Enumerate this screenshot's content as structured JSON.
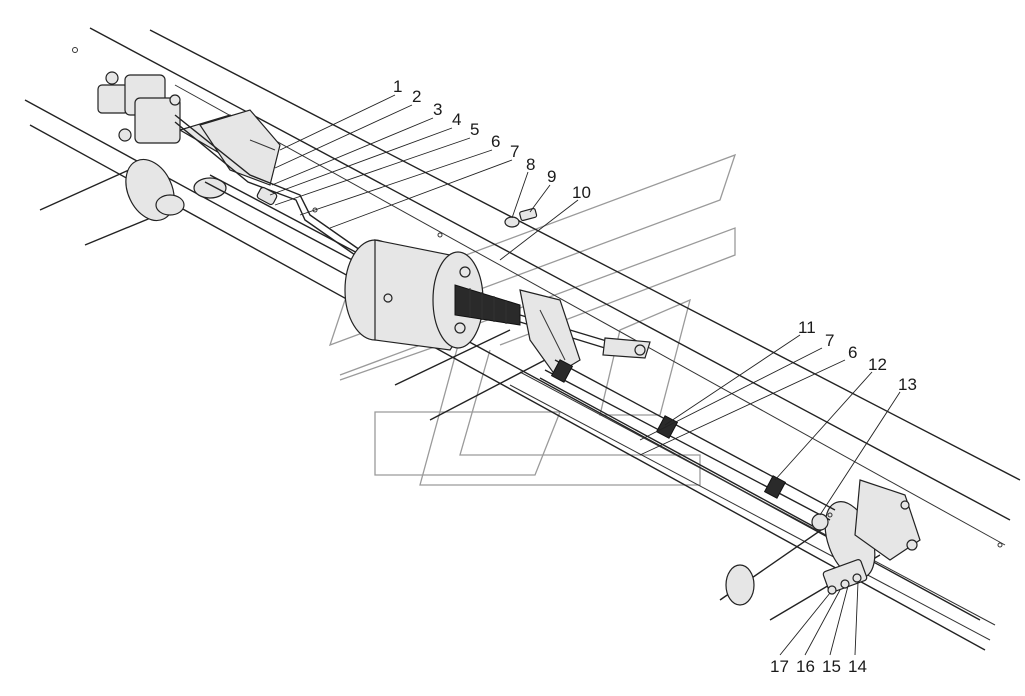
{
  "callouts": [
    {
      "id": "c1",
      "label": "1"
    },
    {
      "id": "c2",
      "label": "2"
    },
    {
      "id": "c3",
      "label": "3"
    },
    {
      "id": "c4",
      "label": "4"
    },
    {
      "id": "c5",
      "label": "5"
    },
    {
      "id": "c6a",
      "label": "6"
    },
    {
      "id": "c7a",
      "label": "7"
    },
    {
      "id": "c8",
      "label": "8"
    },
    {
      "id": "c9",
      "label": "9"
    },
    {
      "id": "c10",
      "label": "10"
    },
    {
      "id": "c11",
      "label": "11"
    },
    {
      "id": "c7b",
      "label": "7"
    },
    {
      "id": "c6b",
      "label": "6"
    },
    {
      "id": "c12",
      "label": "12"
    },
    {
      "id": "c13",
      "label": "13"
    },
    {
      "id": "c17",
      "label": "17"
    },
    {
      "id": "c16",
      "label": "16"
    },
    {
      "id": "c15",
      "label": "15"
    },
    {
      "id": "c14",
      "label": "14"
    }
  ]
}
